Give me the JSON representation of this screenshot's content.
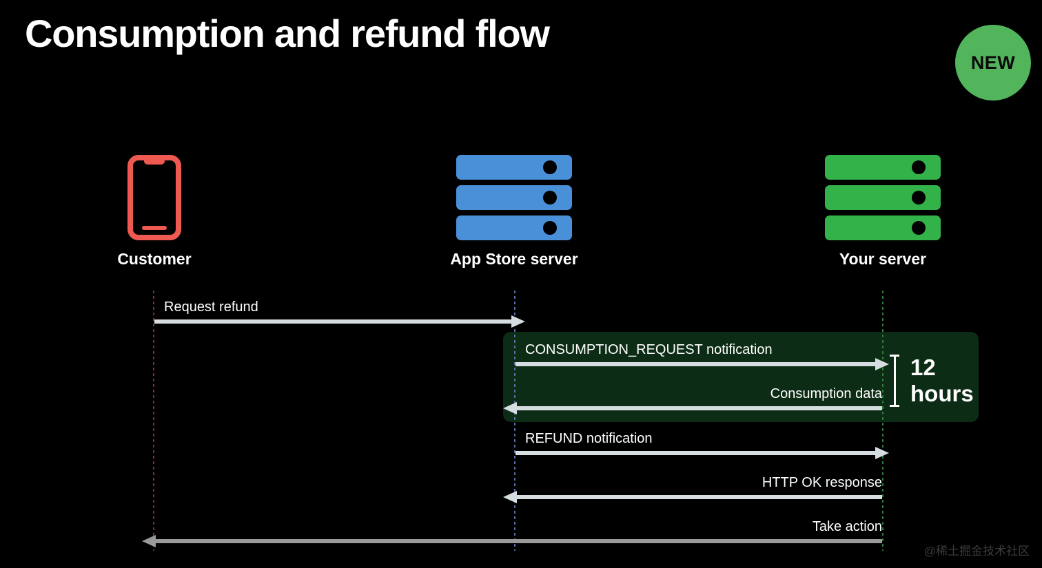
{
  "slide": {
    "title": "Consumption and refund flow",
    "background_color": "#000000",
    "badge": {
      "label": "NEW",
      "color": "#52b55c"
    },
    "watermark": "@稀土掘金技术社区"
  },
  "actors": [
    {
      "id": "customer",
      "label": "Customer",
      "icon": "phone-icon",
      "color": "#ee5a51",
      "lifeline_color": "#8d2f26"
    },
    {
      "id": "app-store-server",
      "label": "App Store server",
      "icon": "server-icon",
      "color": "#4a90d9",
      "lifeline_color": "#5a6ea8"
    },
    {
      "id": "your-server",
      "label": "Your server",
      "icon": "server-icon",
      "color": "#33b24a",
      "lifeline_color": "#2f7a3d"
    }
  ],
  "messages": [
    {
      "id": "request-refund",
      "label": "Request refund",
      "from": "customer",
      "to": "app-store-server",
      "direction": "right",
      "align": "left",
      "color": "#d6dde1"
    },
    {
      "id": "consumption-request",
      "label": "CONSUMPTION_REQUEST notification",
      "from": "app-store-server",
      "to": "your-server",
      "direction": "right",
      "align": "left",
      "color": "#d6dde1"
    },
    {
      "id": "consumption-data",
      "label": "Consumption data",
      "from": "your-server",
      "to": "app-store-server",
      "direction": "left",
      "align": "right",
      "color": "#d6dde1"
    },
    {
      "id": "refund-notification",
      "label": "REFUND notification",
      "from": "app-store-server",
      "to": "your-server",
      "direction": "right",
      "align": "left",
      "color": "#d6dde1"
    },
    {
      "id": "http-ok-response",
      "label": "HTTP OK response",
      "from": "your-server",
      "to": "app-store-server",
      "direction": "left",
      "align": "right",
      "color": "#d6dde1"
    },
    {
      "id": "take-action",
      "label": "Take action",
      "from": "your-server",
      "to": "customer",
      "direction": "left",
      "align": "right",
      "color": "#9a9a9a"
    }
  ],
  "highlight": {
    "id": "consumption-window",
    "color": "#0d2c15",
    "duration_value": "12",
    "duration_unit": "hours"
  }
}
